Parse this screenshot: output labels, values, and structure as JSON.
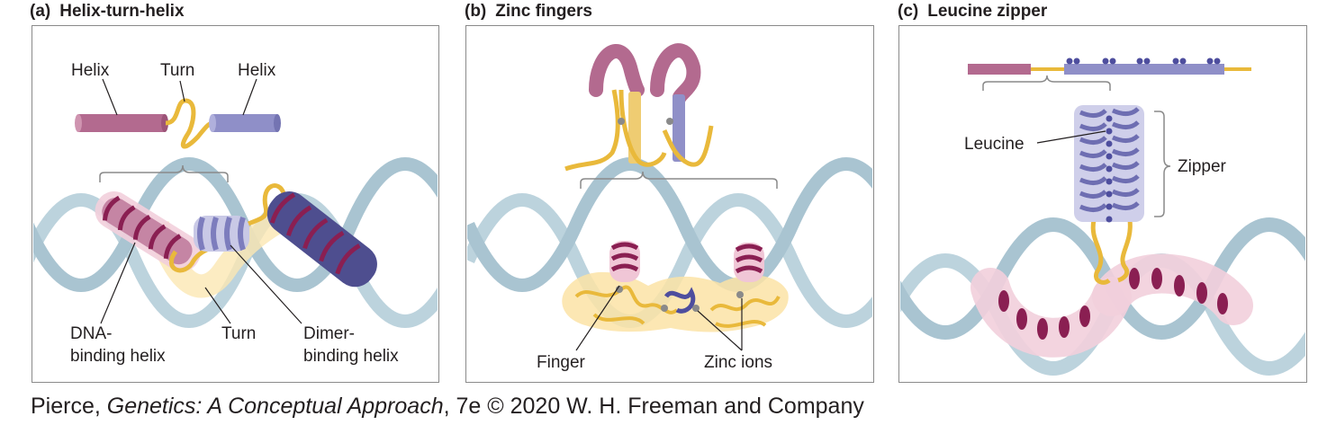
{
  "panels": [
    {
      "letter": "(a)",
      "title": "Helix-turn-helix",
      "labels": {
        "helix_left": "Helix",
        "turn_top": "Turn",
        "helix_right": "Helix",
        "dna_binding_1": "DNA-",
        "dna_binding_2": "binding helix",
        "turn_bottom": "Turn",
        "dimer_binding_1": "Dimer-",
        "dimer_binding_2": "binding helix"
      }
    },
    {
      "letter": "(b)",
      "title": "Zinc fingers",
      "labels": {
        "finger": "Finger",
        "zinc_ions": "Zinc ions"
      }
    },
    {
      "letter": "(c)",
      "title": "Leucine zipper",
      "labels": {
        "leucine": "Leucine",
        "zipper": "Zipper"
      }
    }
  ],
  "credit": {
    "author": "Pierce, ",
    "book": "Genetics: A Conceptual Approach",
    "rest": ", 7e © 2020 W. H. Freeman and Company"
  },
  "colors": {
    "helix_pink": "#b36a8f",
    "helix_purple": "#8f8fc8",
    "turn_yellow": "#e9b93b",
    "dna_blue": "#b9d1dc",
    "dark_purple": "#5a5a9e",
    "maroon": "#8a1f52"
  }
}
